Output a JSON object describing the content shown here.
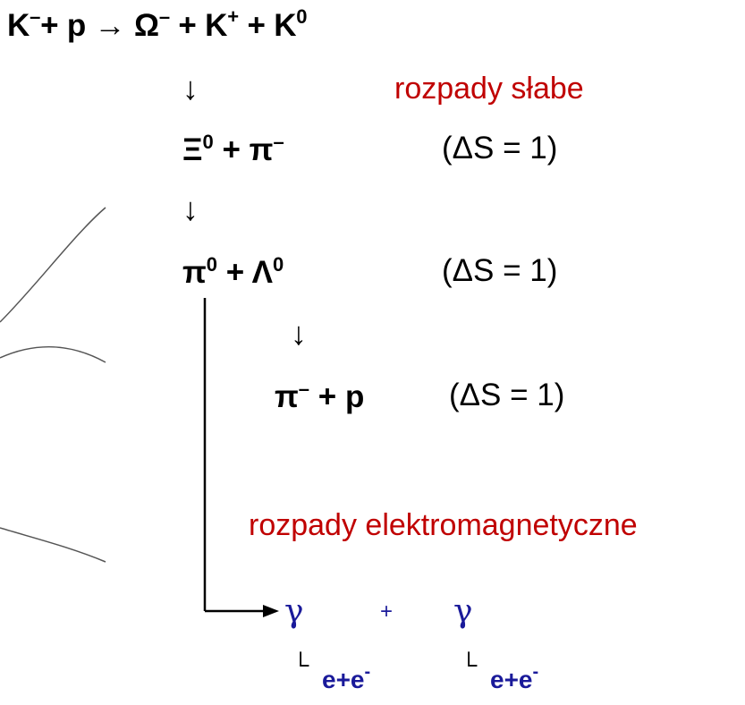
{
  "reaction": {
    "lhs_K": "K",
    "lhs_K_charge": "–",
    "lhs_plus_p": "+ p",
    "arrow": "→",
    "omega": "Ω",
    "omega_charge": "–",
    "plus_K": "+ K",
    "K_plus_charge": "+",
    "plus_K0": "+ K",
    "K0_charge": "0"
  },
  "weak_decays_label": "rozpady słabe",
  "step1": {
    "arrow": "↓",
    "xi": "Ξ",
    "xi_charge": "0",
    "plus_pi": "+ π",
    "pi_charge": "–",
    "delta_s": "(ΔS = 1)"
  },
  "step2": {
    "arrow": "↓",
    "pi": "π",
    "pi_charge": "0",
    "plus_lambda": "+ Λ",
    "lambda_charge": "0",
    "delta_s": "(ΔS = 1)"
  },
  "step3": {
    "arrow": "↓",
    "pi": "π",
    "pi_charge": "–",
    "plus_p": "+ p",
    "delta_s": "(ΔS = 1)"
  },
  "em_decays_label": "rozpady  elektromagnetyczne",
  "gammas": {
    "gamma1": "γ",
    "plus": "+",
    "gamma2": "γ"
  },
  "pairs": {
    "corner1": "└",
    "pair1": "e+e",
    "pair1_charge": "-",
    "corner2": "└",
    "pair2": "e+e",
    "pair2_charge": "-"
  },
  "colors": {
    "red_labels": "#c00000",
    "gamma_blue": "#1a1a9a",
    "text": "#000000"
  }
}
